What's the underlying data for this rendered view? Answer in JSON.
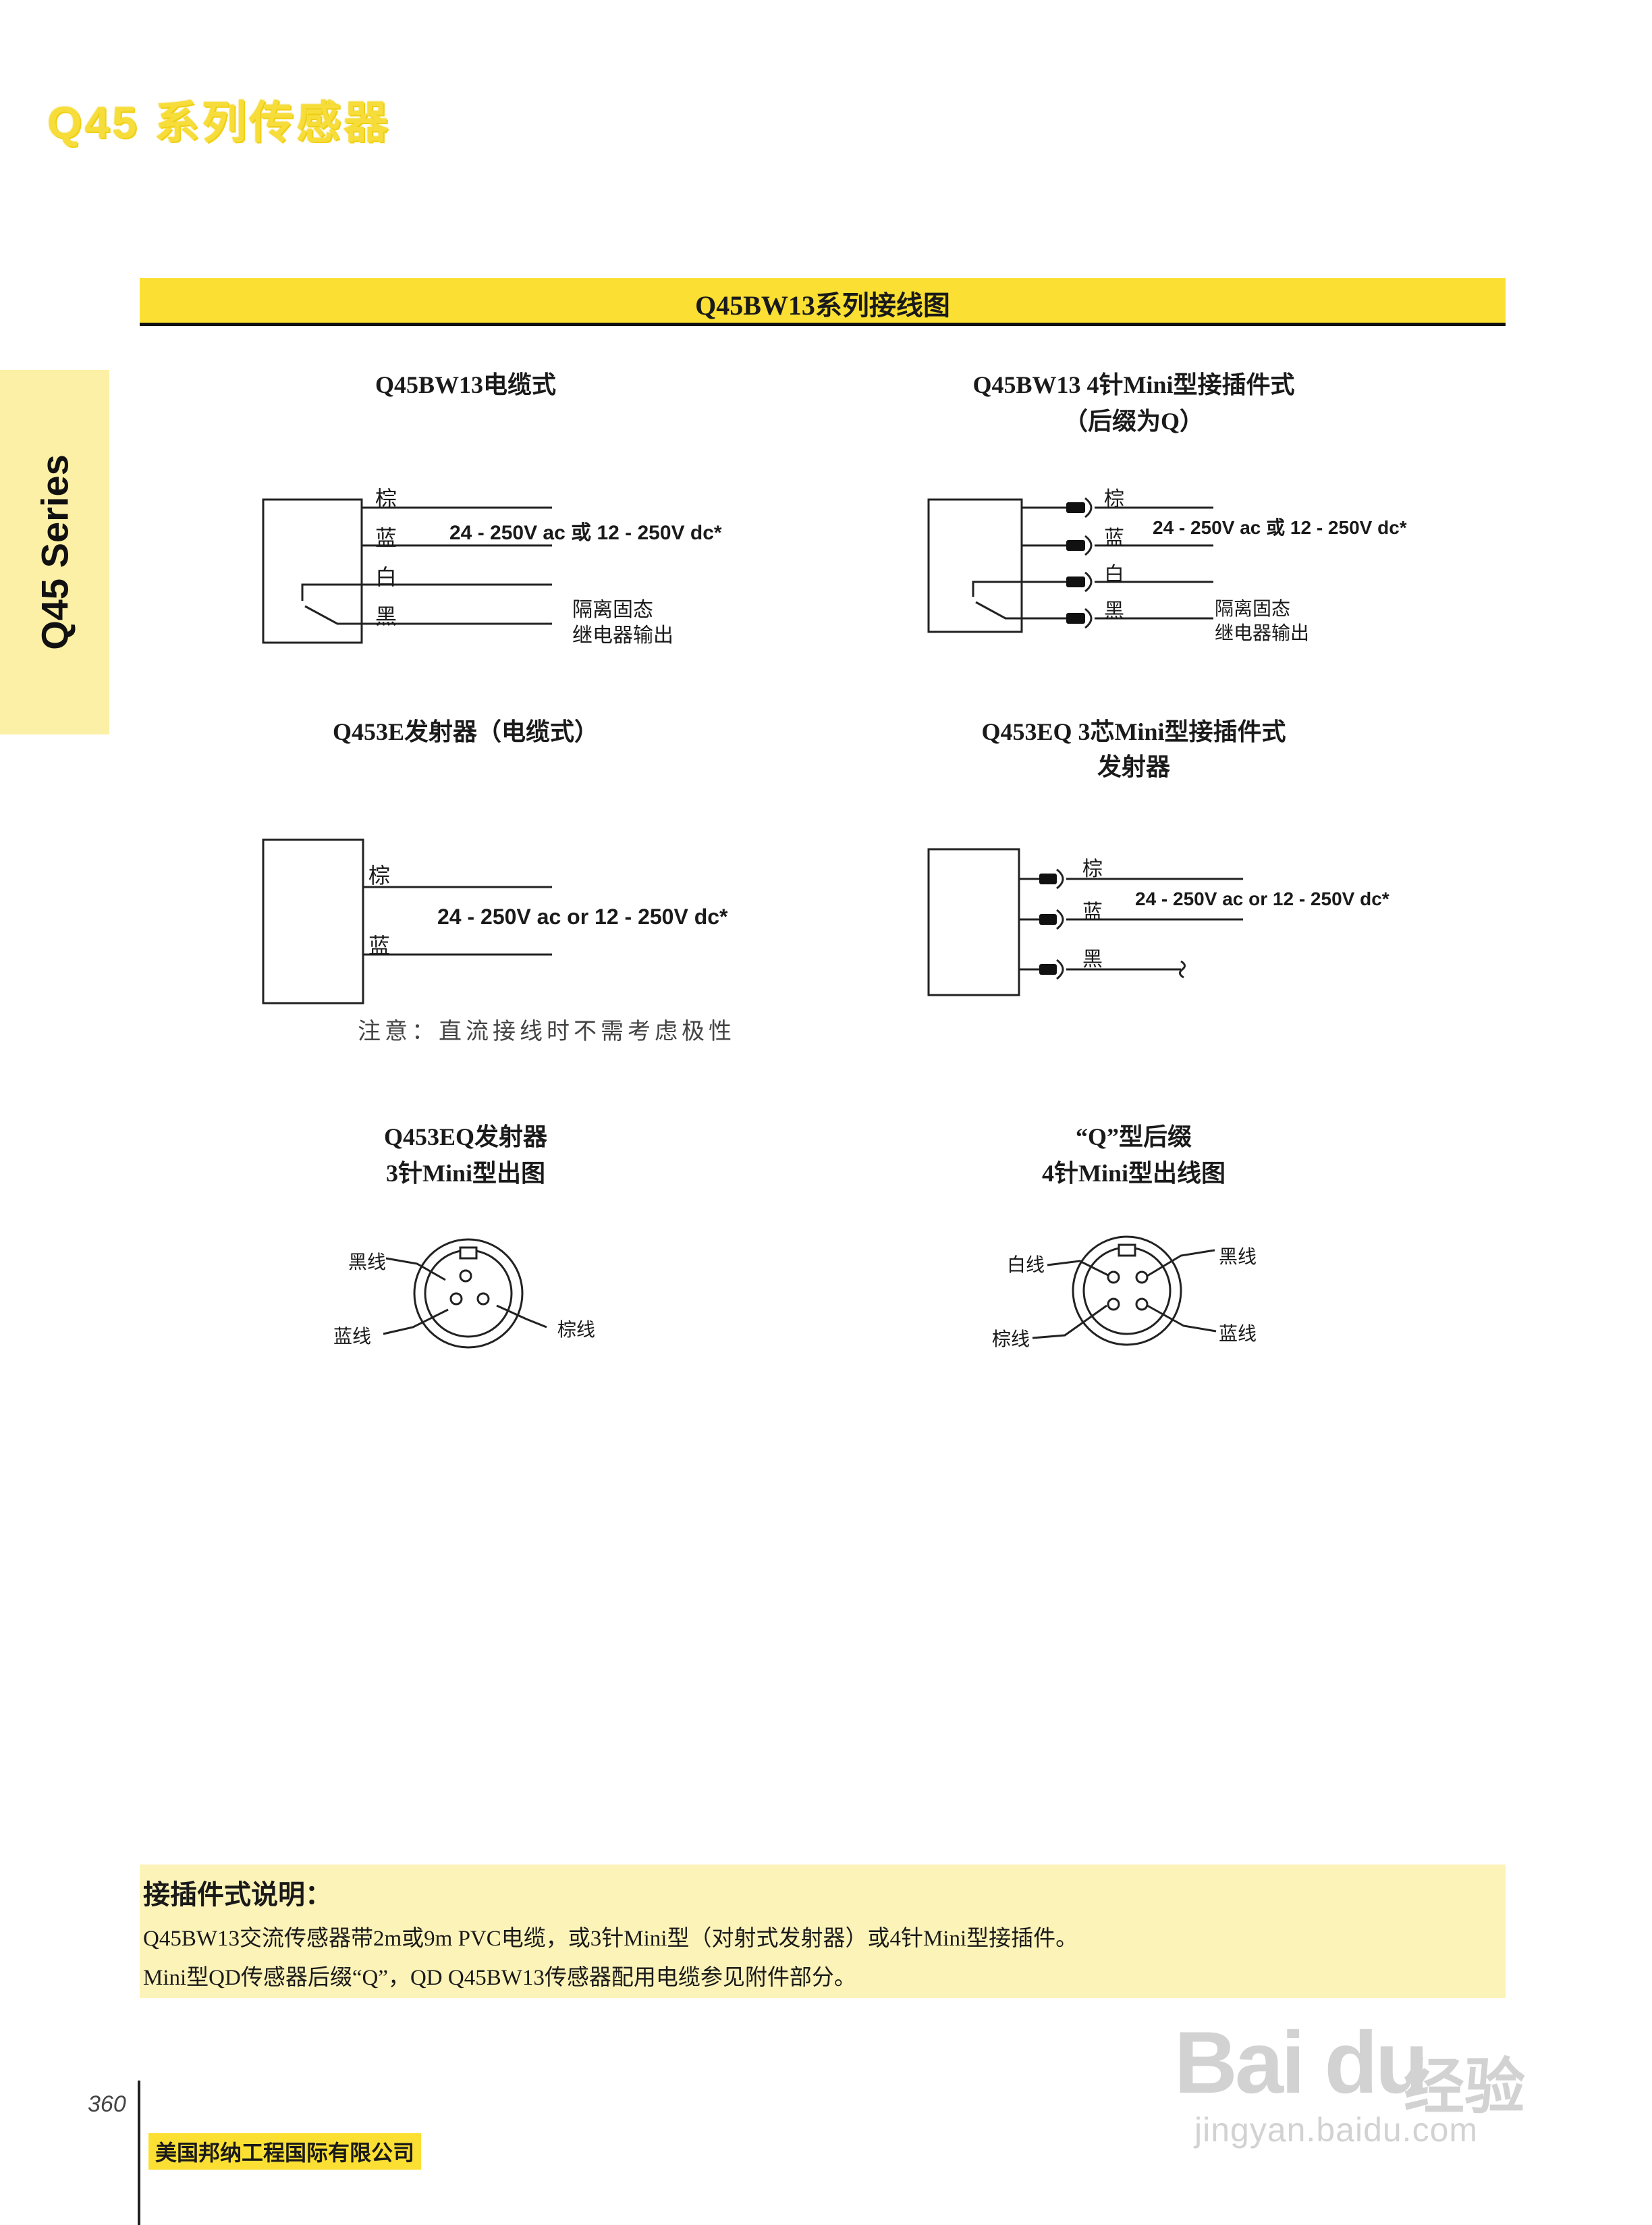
{
  "header": {
    "title": "Q45 系列传感器"
  },
  "side_tab": {
    "label": "Q45 Series"
  },
  "section": {
    "title": "Q45BW13系列接线图"
  },
  "diagrams": {
    "d1": {
      "title": "Q45BW13电缆式",
      "wires": [
        "棕",
        "蓝",
        "白",
        "黑"
      ],
      "supply": "24 - 250V ac 或 12 - 250V dc*",
      "output_line1": "隔离固态",
      "output_line2": "继电器输出"
    },
    "d2": {
      "title_line1": "Q45BW13 4针Mini型接插件式",
      "title_line2": "（后缀为Q）",
      "wires": [
        "棕",
        "蓝",
        "白",
        "黑"
      ],
      "supply": "24 - 250V ac 或 12 - 250V dc*",
      "output_line1": "隔离固态",
      "output_line2": "继电器输出"
    },
    "d3": {
      "title": "Q453E发射器（电缆式）",
      "wires": [
        "棕",
        "蓝"
      ],
      "supply": "24 - 250V ac or 12 - 250V dc*",
      "note": "注意：直流接线时不需考虑极性"
    },
    "d4": {
      "title_line1": "Q453EQ 3芯Mini型接插件式",
      "title_line2": "发射器",
      "wires": [
        "棕",
        "蓝",
        "黑"
      ],
      "supply": "24 - 250V ac or 12 - 250V dc*"
    },
    "d5": {
      "title_line1": "Q453EQ发射器",
      "title_line2": "3针Mini型出图",
      "labels": [
        "黑线",
        "蓝线",
        "棕线"
      ]
    },
    "d6": {
      "title_line1": "“Q”型后缀",
      "title_line2": "4针Mini型出线图",
      "labels": [
        "白线",
        "黑线",
        "棕线",
        "蓝线"
      ]
    }
  },
  "info": {
    "title": "接插件式说明：",
    "line1": "Q45BW13交流传感器带2m或9m PVC电缆，或3针Mini型（对射式发射器）或4针Mini型接插件。",
    "line2": "Mini型QD传感器后缀“Q”，QD Q45BW13传感器配用电缆参见附件部分。"
  },
  "footer": {
    "page_number": "360",
    "company": "美国邦纳工程国际有限公司"
  },
  "watermark": {
    "logo": "Bai du",
    "brand": "经验",
    "url": "jingyan.baidu.com"
  },
  "colors": {
    "accent_yellow": "#fbe033",
    "tab_yellow": "#fbf0a5",
    "info_bg": "#fcf3b8"
  }
}
